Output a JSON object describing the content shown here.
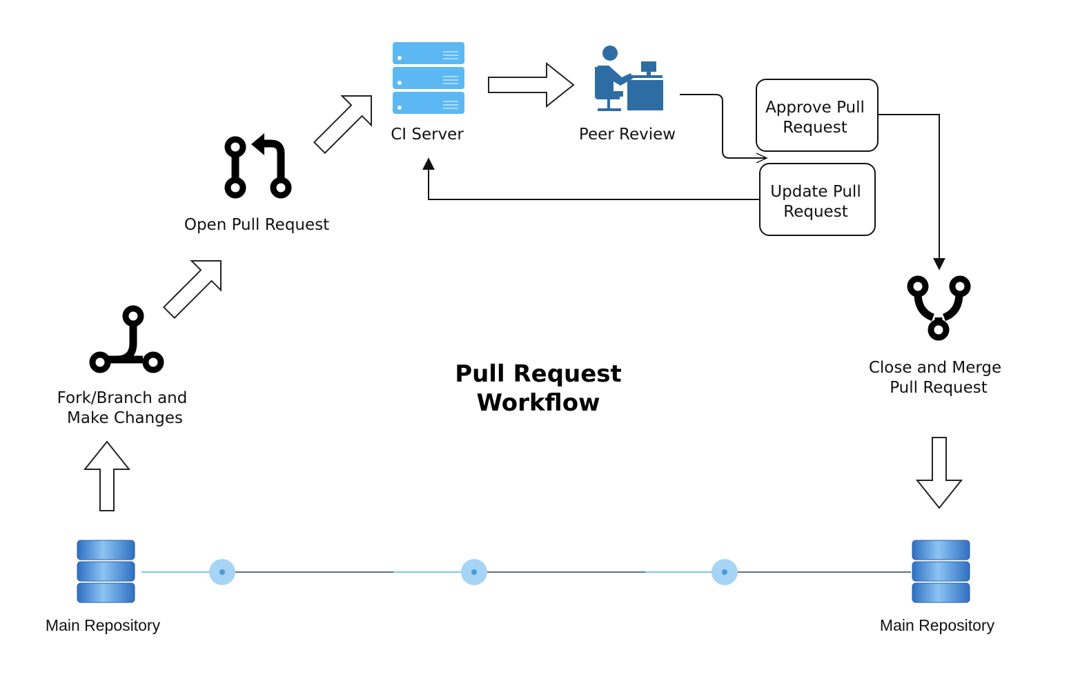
{
  "title": [
    "Pull Request",
    "Workflow"
  ],
  "nodes": {
    "main_repo_left": "Main Repository",
    "fork_branch": [
      "Fork/Branch and",
      "Make Changes"
    ],
    "open_pr": "Open Pull Request",
    "ci_server": "CI Server",
    "peer_review": "Peer Review",
    "approve_pr": [
      "Approve Pull",
      "Request"
    ],
    "update_pr": [
      "Update Pull",
      "Request"
    ],
    "close_merge": [
      "Close and Merge",
      "Pull Request"
    ],
    "main_repo_right": "Main Repository"
  },
  "icons": {
    "repository": "database-icon",
    "branch": "git-branch-icon",
    "pull_request": "git-pull-request-icon",
    "server": "server-icon",
    "reviewer": "person-at-desk-icon",
    "merge": "git-merge-icon"
  },
  "colors": {
    "server_blue": "#5bb8f2",
    "reviewer_blue": "#2e6da4",
    "database_blue": "#4f9be0",
    "timeline_blue": "#7cc3f0",
    "commit_dot": "#a6d4f5"
  }
}
